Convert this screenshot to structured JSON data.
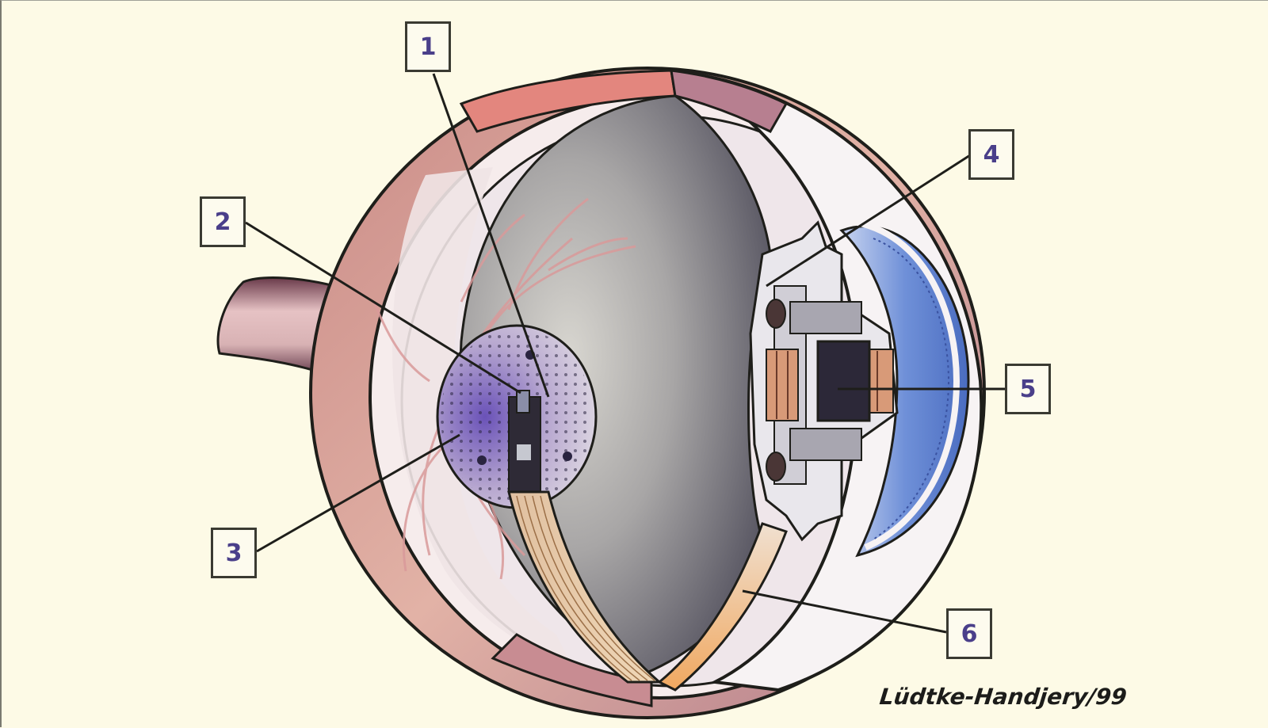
{
  "diagram": {
    "subject": "Cross-section of human eye with subretinal implant",
    "callouts": [
      {
        "id": "1",
        "label": "1"
      },
      {
        "id": "2",
        "label": "2"
      },
      {
        "id": "3",
        "label": "3"
      },
      {
        "id": "4",
        "label": "4"
      },
      {
        "id": "5",
        "label": "5"
      },
      {
        "id": "6",
        "label": "6"
      }
    ],
    "signature": "Lüdtke-Handjery/99",
    "colors": {
      "background": "#fdfae6",
      "sclera_outer": "#d9a79a",
      "choroid_band": "#f4e6e6",
      "vitreous": "#8a8890",
      "lens_blue": "#5b7fcf",
      "outline": "#1e1e1a",
      "label_text": "#4a3f8a",
      "vessels": "#d99a9a"
    }
  }
}
